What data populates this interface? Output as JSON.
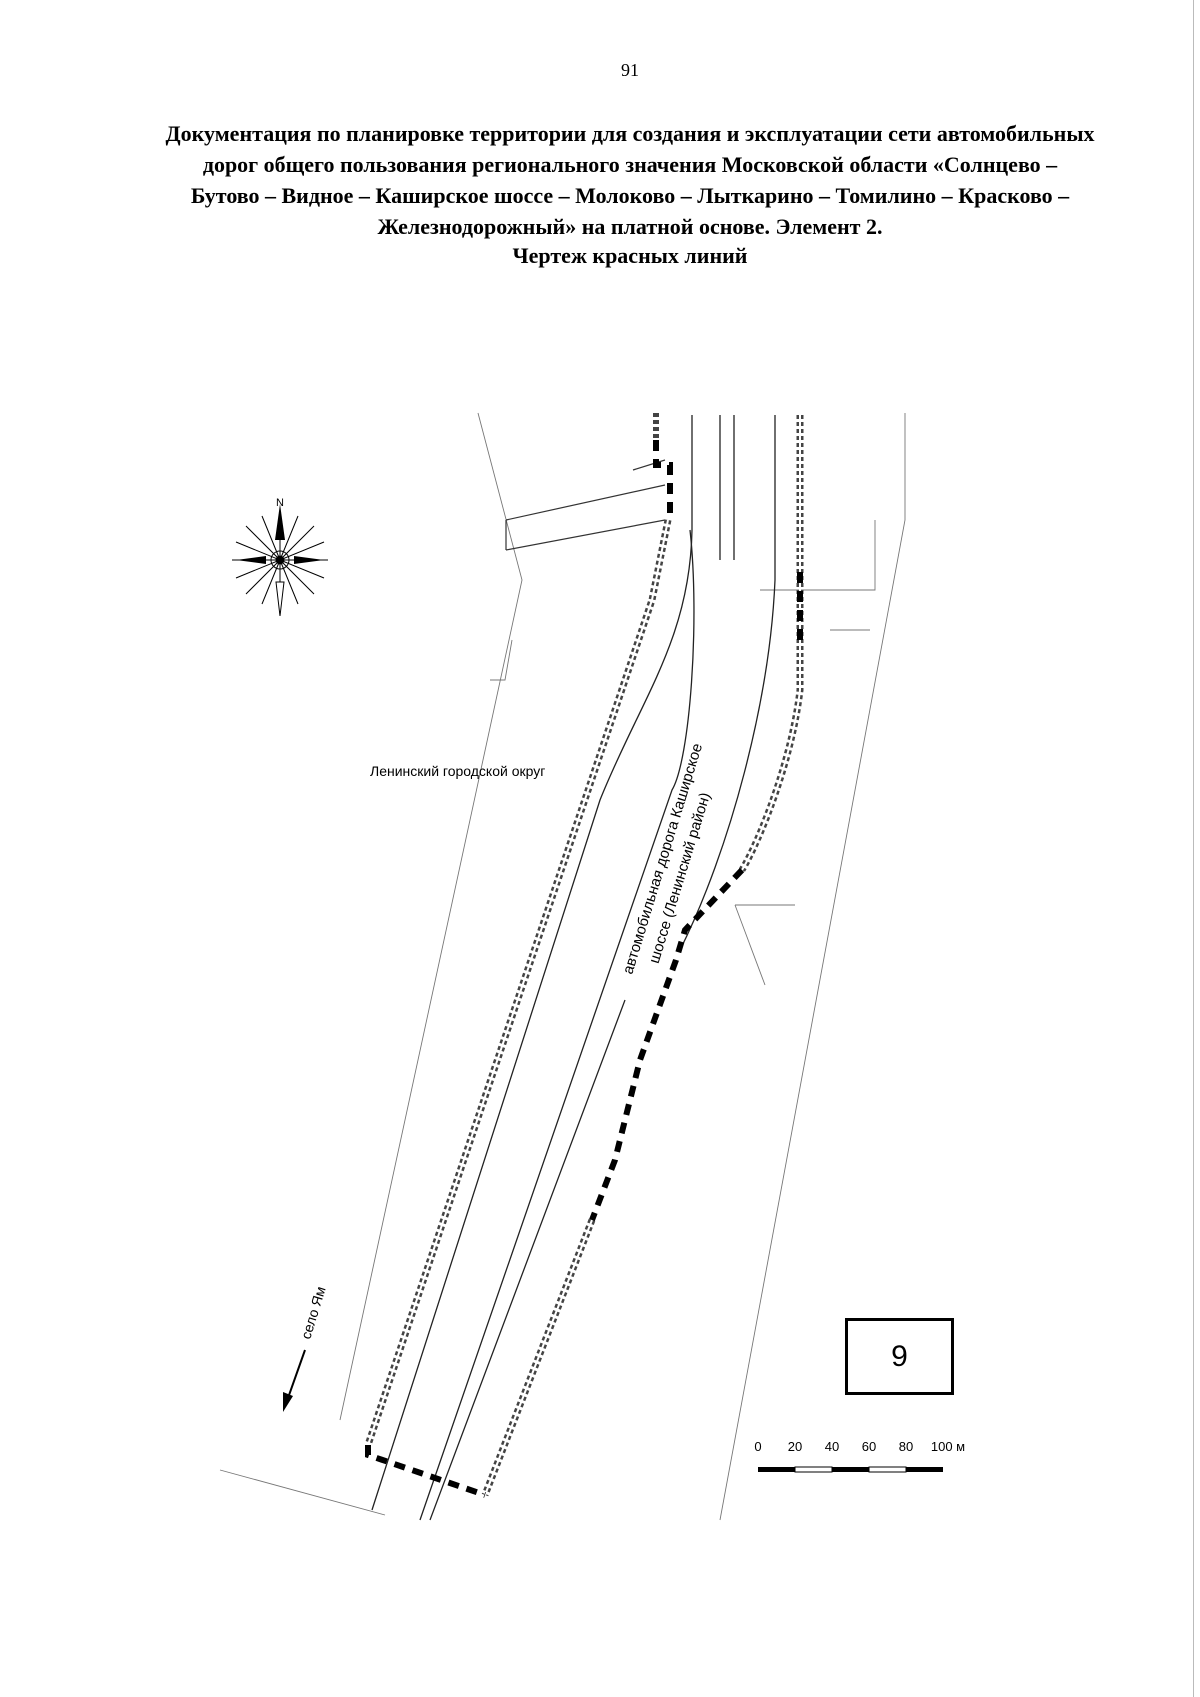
{
  "page_number": "91",
  "title_lines": [
    "Документация по планировке территории для создания и эксплуатации сети автомобильных",
    "дорог общего пользования регионального значения Московской области «Солнцево –",
    "Бутово – Видное – Каширское шоссе – Молоково – Лыткарино – Томилино – Красково –",
    "Железнодорожный» на платной основе. Элемент 2."
  ],
  "drawing_title": "Чертеж красных линий",
  "map": {
    "compass_label": "N",
    "district_label": "Ленинский городской округ",
    "road_label_line1": "автомобильная дорога Каширское",
    "road_label_line2": "шоссе (Ленинский район)",
    "direction_label": "село Ям",
    "sheet_number": "9",
    "scale": {
      "ticks": [
        "0",
        "20",
        "40",
        "60",
        "80",
        "100 м"
      ]
    }
  }
}
